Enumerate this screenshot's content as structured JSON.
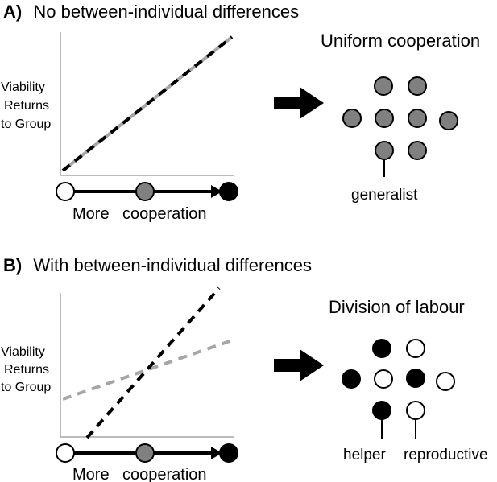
{
  "colors": {
    "white": "#ffffff",
    "grey": "#808080",
    "black": "#000000",
    "light_line": "#a6a6a6",
    "dark_line": "#000000"
  },
  "panel_a": {
    "letter": "A)",
    "title": "No between-individual differences",
    "y_label_lines": [
      "Viability",
      "Returns",
      "to Group"
    ],
    "x_label_more": "More",
    "x_label_cooperation": "cooperation",
    "result_title": "Uniform cooperation",
    "node_role": "generalist"
  },
  "panel_b": {
    "letter": "B)",
    "title": "With between-individual differences",
    "y_label_lines": [
      "Viability",
      "Returns",
      "to Group"
    ],
    "x_label_more": "More",
    "x_label_cooperation": "cooperation",
    "result_title": "Division of labour",
    "node_role_left": "helper",
    "node_role_right": "reproductive"
  }
}
